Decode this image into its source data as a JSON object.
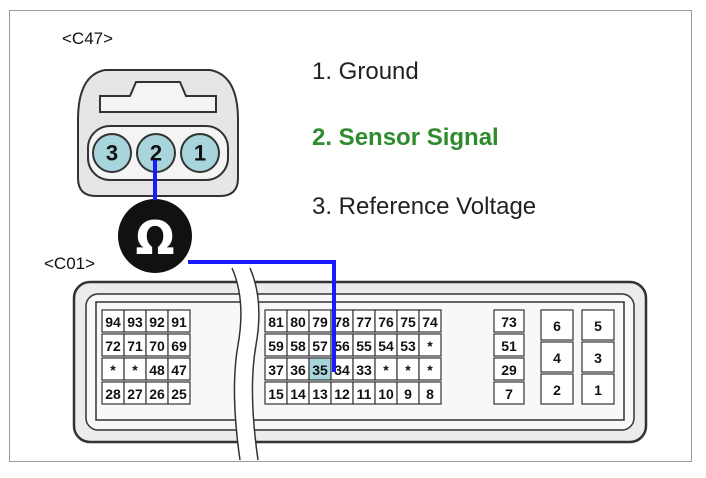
{
  "connectors": {
    "c47_label": "<C47>",
    "c01_label": "<C01>"
  },
  "c47_pins": [
    "3",
    "2",
    "1"
  ],
  "legend": {
    "item1": "1. Ground",
    "item2": "2. Sensor Signal",
    "item3": "3. Reference Voltage"
  },
  "meter": {
    "symbol": "Ω"
  },
  "c01_left_block": [
    [
      "94",
      "93",
      "92",
      "91"
    ],
    [
      "72",
      "71",
      "70",
      "69"
    ],
    [
      "*",
      "*",
      "48",
      "47"
    ],
    [
      "28",
      "27",
      "26",
      "25"
    ]
  ],
  "c01_mid_block": [
    [
      "81",
      "80",
      "79",
      "78",
      "77",
      "76",
      "75",
      "74"
    ],
    [
      "59",
      "58",
      "57",
      "56",
      "55",
      "54",
      "53",
      "*"
    ],
    [
      "37",
      "36",
      "35",
      "34",
      "33",
      "*",
      "*",
      "*"
    ],
    [
      "15",
      "14",
      "13",
      "12",
      "11",
      "10",
      "9",
      "8"
    ]
  ],
  "c01_col": [
    "73",
    "51",
    "29",
    "7"
  ],
  "c01_right_a": [
    "6",
    "4",
    "2"
  ],
  "c01_right_b": [
    "5",
    "3",
    "1"
  ],
  "highlight_pin": "35",
  "colors": {
    "wire": "#1a1aff",
    "pin_fill": "#a8d4dc",
    "signal_text": "#2e8b2e"
  }
}
